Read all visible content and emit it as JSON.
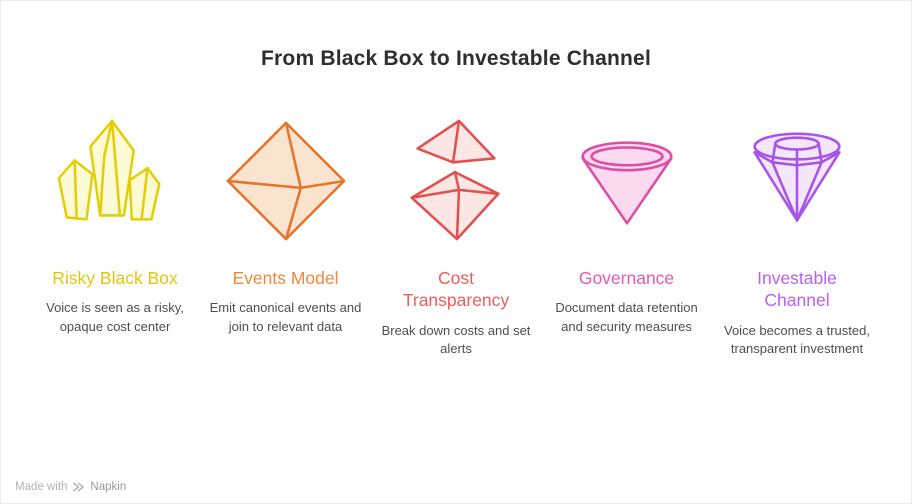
{
  "title": "From Black Box to Investable Channel",
  "stages": [
    {
      "label": "Risky Black Box",
      "description": "Voice is seen as a risky, opaque cost center",
      "color": "#e3c60a",
      "icon": "crystal-cluster-icon"
    },
    {
      "label": "Events Model",
      "description": "Emit canonical events and join to relevant data",
      "color": "#ed8a3c",
      "icon": "octahedron-icon"
    },
    {
      "label": "Cost Transparency",
      "description": "Break down costs and set alerts",
      "color": "#ee5d5d",
      "icon": "split-octahedron-icon"
    },
    {
      "label": "Governance",
      "description": "Document data retention and security measures",
      "color": "#e25ab2",
      "icon": "gem-cone-icon"
    },
    {
      "label": "Investable Channel",
      "description": "Voice becomes a trusted, transparent investment",
      "color": "#bb5fef",
      "icon": "diamond-icon"
    }
  ],
  "footer": {
    "made_with": "Made with",
    "brand": "Napkin"
  }
}
